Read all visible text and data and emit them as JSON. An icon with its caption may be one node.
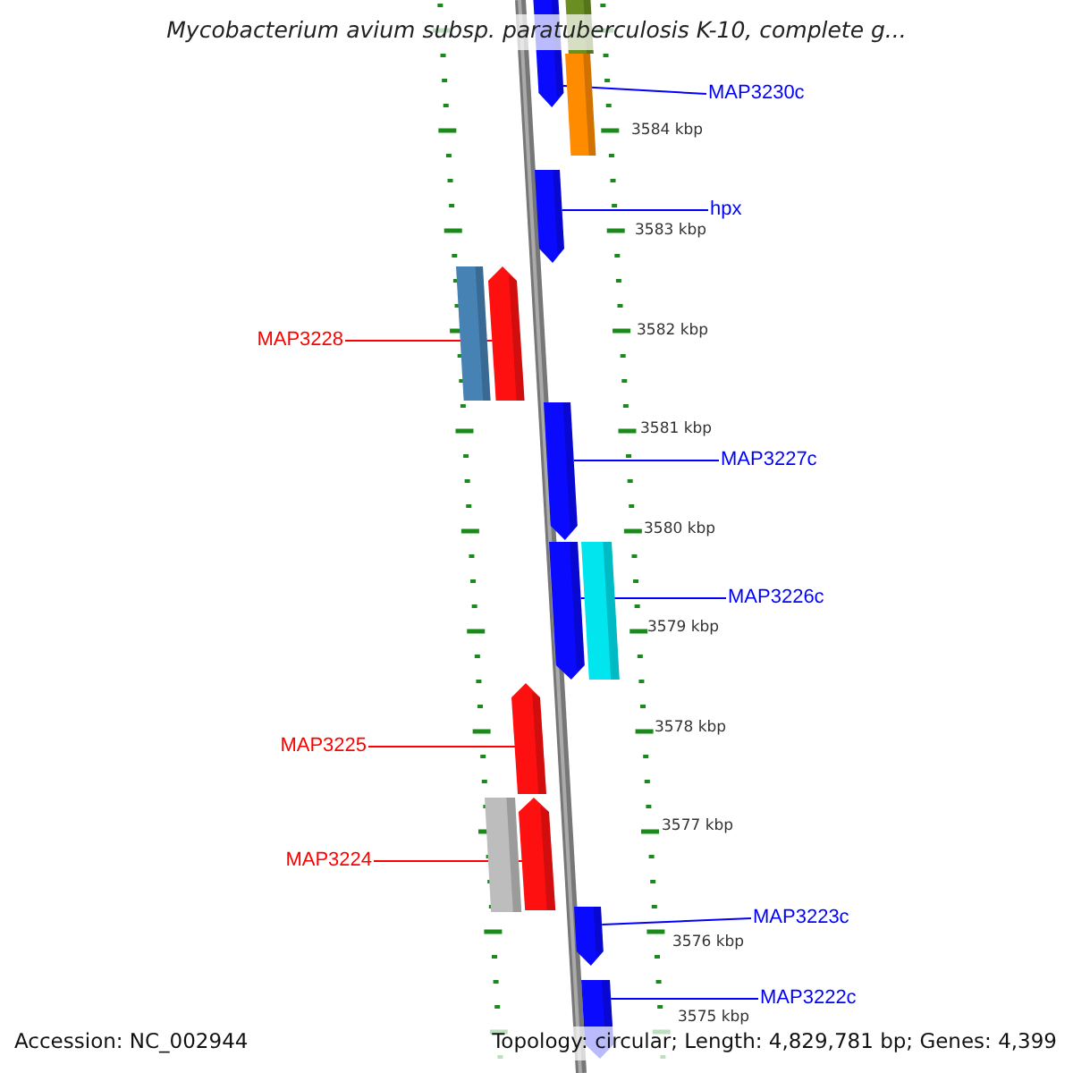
{
  "diagram": {
    "title": "Mycobacterium avium subsp. paratuberculosis K-10, complete g...",
    "nodes": [
      {
        "text": [],
        "shape": "bar"
      },
      {
        "text": [],
        "shape": "bar"
      },
      {
        "text": [],
        "shape": "bar"
      },
      {
        "text": [],
        "shape": "bar"
      },
      {
        "text": [],
        "shape": "bar"
      },
      {
        "text": [],
        "shape": "bar"
      },
      {
        "text": [],
        "shape": "bar"
      },
      {
        "text": [],
        "shape": "bar"
      },
      {
        "text": [],
        "shape": "bar"
      },
      {
        "text": [],
        "shape": "bar"
      },
      {
        "text": [],
        "shape": "bar"
      },
      {
        "text": [],
        "shape": "bar"
      },
      {
        "text": [],
        "shape": "bar"
      },
      {
        "text": [],
        "shape": "bar"
      },
      {
        "text": [
          "MAP3230c"
        ]
      },
      {
        "text": [
          "hpx"
        ]
      },
      {
        "text": [
          "MAP3228"
        ]
      },
      {
        "text": [
          "MAP3227c"
        ]
      },
      {
        "text": [
          "MAP3226c"
        ]
      },
      {
        "text": [
          "MAP3225"
        ]
      },
      {
        "text": [
          "MAP3224"
        ]
      },
      {
        "text": [
          "MAP3223c"
        ]
      },
      {
        "text": [
          "MAP3222c"
        ]
      }
    ],
    "edges": [
      {
        "from": 14,
        "to": 0,
        "arrow": "none"
      },
      {
        "from": 15,
        "to": 3,
        "arrow": "none"
      },
      {
        "from": 16,
        "to": 5,
        "arrow": "none",
        "color": "#ff0000"
      },
      {
        "from": 17,
        "to": 6,
        "arrow": "none"
      },
      {
        "from": 18,
        "to": 7,
        "arrow": "none"
      },
      {
        "from": 19,
        "to": 9,
        "arrow": "none",
        "color": "#ff0000"
      },
      {
        "from": 20,
        "to": 11,
        "arrow": "none",
        "color": "#ff0000"
      },
      {
        "from": 21,
        "to": 12,
        "arrow": "none"
      },
      {
        "from": 22,
        "to": 13,
        "arrow": "none"
      }
    ],
    "labels": [
      "3584 kbp",
      "3583 kbp",
      "3582 kbp",
      "3581 kbp",
      "3580 kbp",
      "3579 kbp",
      "3578 kbp",
      "3577 kbp",
      "3576 kbp",
      "3575 kbp",
      "Accession: NC_002944",
      "Topology: circular; Length: 4,829,781 bp; Genes: 4,399"
    ]
  }
}
